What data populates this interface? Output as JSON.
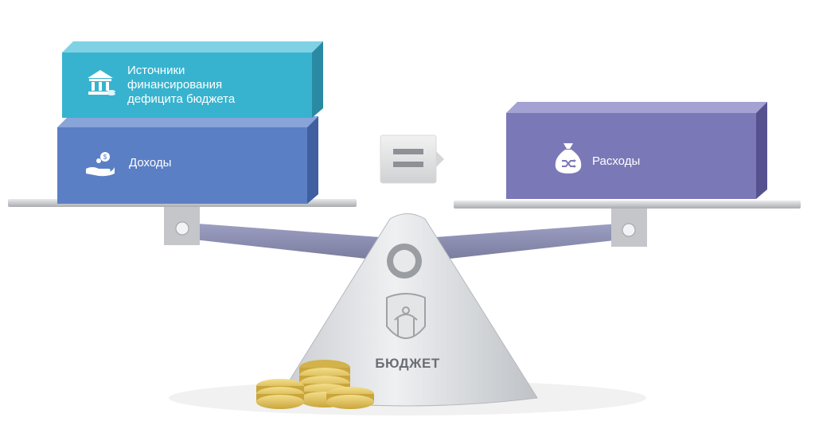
{
  "diagram": {
    "left_stack": {
      "top_box": {
        "label_lines": [
          "Источники",
          "финансирования",
          "дефицита бюджета"
        ],
        "icon": "bank-icon",
        "color": "#37b3cf"
      },
      "bottom_box": {
        "label": "Доходы",
        "icon": "hand-coin-icon",
        "color": "#5b7fc4"
      }
    },
    "right_stack": {
      "box": {
        "label": "Расходы",
        "icon": "money-bag-icon",
        "color": "#7b78b8"
      }
    },
    "equals": {
      "icon": "equals-icon"
    },
    "fulcrum": {
      "label": "БЮДЖЕТ",
      "emblem": "coat-of-arms-icon"
    },
    "coins": {
      "icon": "coin-stack-icon"
    }
  }
}
